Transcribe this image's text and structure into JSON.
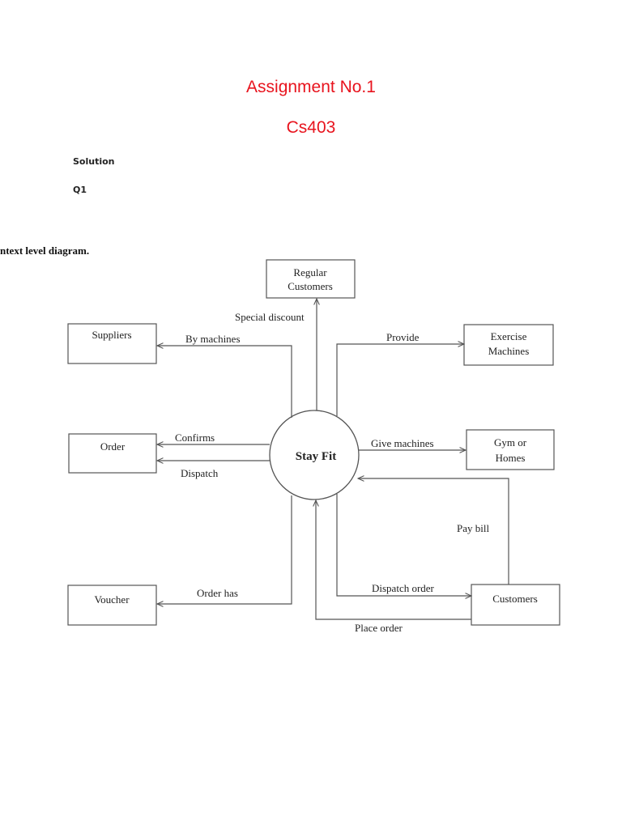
{
  "header": {
    "title": "Assignment No.1",
    "course": "Cs403"
  },
  "body": {
    "solution_label": "Solution",
    "question_label": "Q1",
    "diagram_caption": "ntext level diagram."
  },
  "diagram": {
    "process": "Stay Fit",
    "entities": {
      "regular_customers": [
        "Regular",
        "Customers"
      ],
      "suppliers": "Suppliers",
      "exercise_machines": [
        "Exercise",
        "Machines"
      ],
      "order": "Order",
      "gym_homes": [
        "Gym or",
        "Homes"
      ],
      "voucher": "Voucher",
      "customers": "Customers"
    },
    "flows": {
      "special_discount": "Special discount",
      "by_machines": "By machines",
      "provide": "Provide",
      "confirms": "Confirms",
      "dispatch": "Dispatch",
      "give_machines": "Give machines",
      "pay_bill": "Pay bill",
      "order_has": "Order has",
      "dispatch_order": "Dispatch order",
      "place_order": "Place order"
    }
  }
}
